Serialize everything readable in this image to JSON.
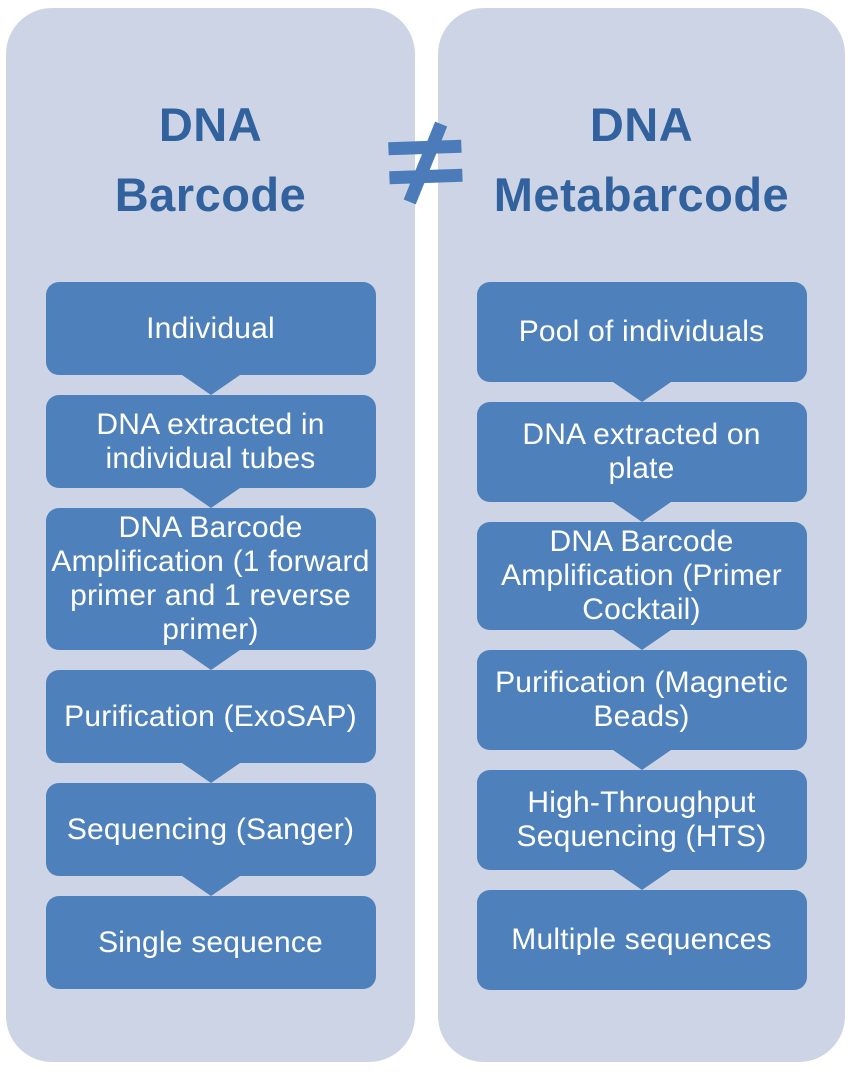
{
  "colors": {
    "page_bg": "#ffffff",
    "panel_bg": "#cdd4e5",
    "box_fill": "#4e80bb",
    "box_text": "#ffffff",
    "title_text": "#31629e",
    "neq_symbol": "#4b7bb9"
  },
  "comparison_symbol": "≠",
  "left_panel": {
    "title_line1": "DNA",
    "title_line2": "Barcode",
    "steps": [
      "Individual",
      "DNA extracted in\nindividual tubes",
      "DNA Barcode\nAmplification (1 forward\nprimer and 1 reverse\nprimer)",
      "Purification (ExoSAP)",
      "Sequencing (Sanger)",
      "Single sequence"
    ]
  },
  "right_panel": {
    "title_line1": "DNA",
    "title_line2": "Metabarcode",
    "steps": [
      "Pool of individuals",
      "DNA extracted on\nplate",
      "DNA Barcode\nAmplification (Primer\nCocktail)",
      "Purification (Magnetic\nBeads)",
      "High-Throughput\nSequencing (HTS)",
      "Multiple sequences"
    ]
  }
}
